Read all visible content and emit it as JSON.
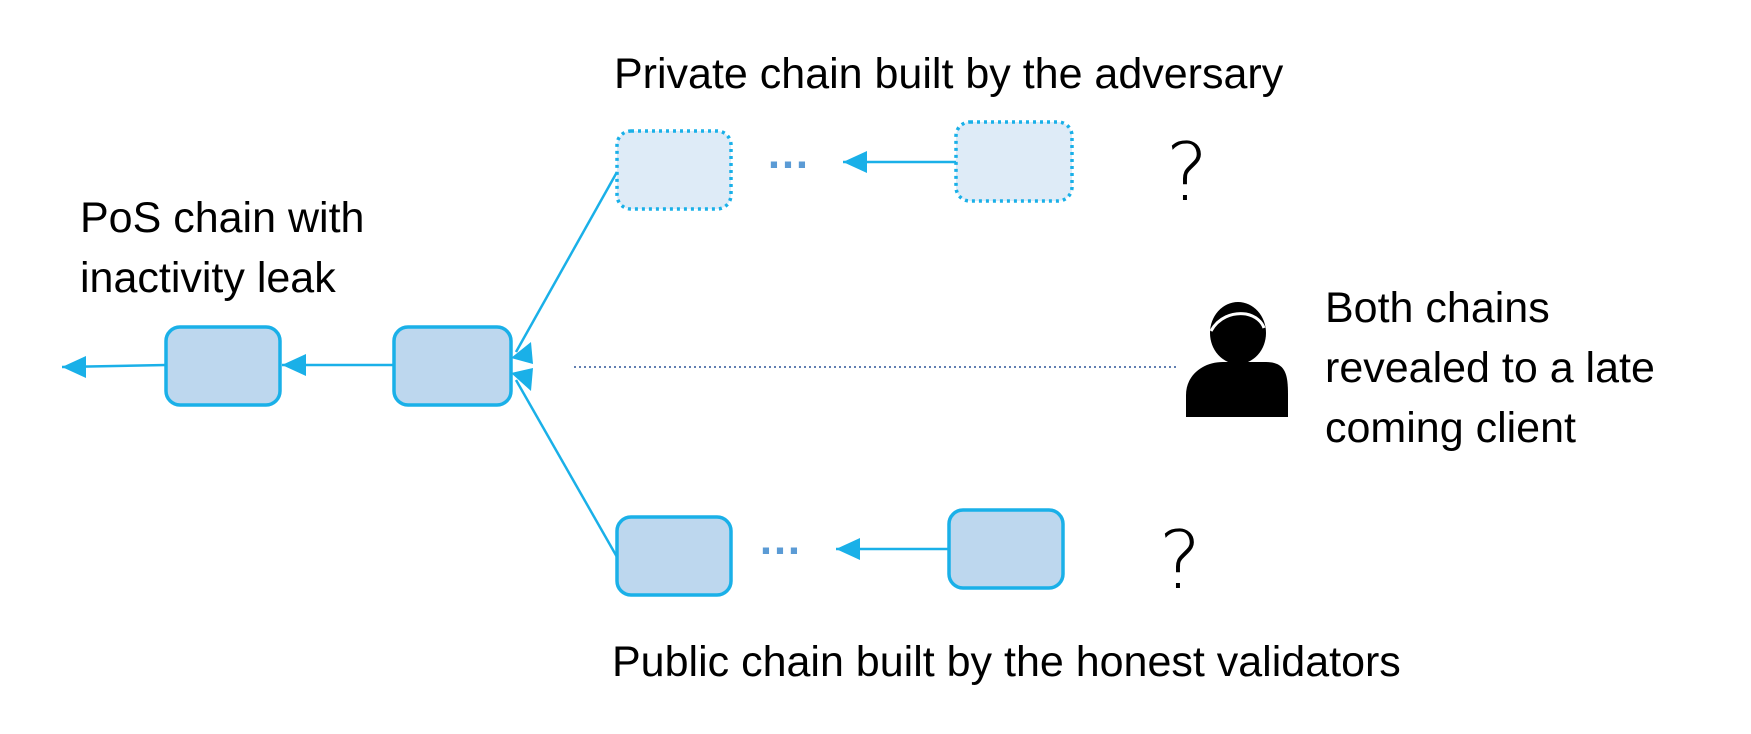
{
  "labels": {
    "private_chain": "Private chain built by the adversary",
    "public_chain": "Public chain built by the honest validators",
    "pos_chain": [
      "PoS chain with",
      "inactivity leak"
    ],
    "client": [
      "Both chains",
      "revealed to a late",
      "coming client"
    ]
  },
  "ellipsis": "…",
  "question_mark": "?",
  "icons": {
    "client": "person-icon"
  },
  "colors": {
    "arrow": "#1AB0E8",
    "block_fill": "#BDD7EE",
    "block_border": "#1AB0E8",
    "private_block_fill": "#DEEBF7",
    "ellipsis": "#5B9BD5",
    "dotted_line": "#2E5597",
    "text": "#000000"
  }
}
